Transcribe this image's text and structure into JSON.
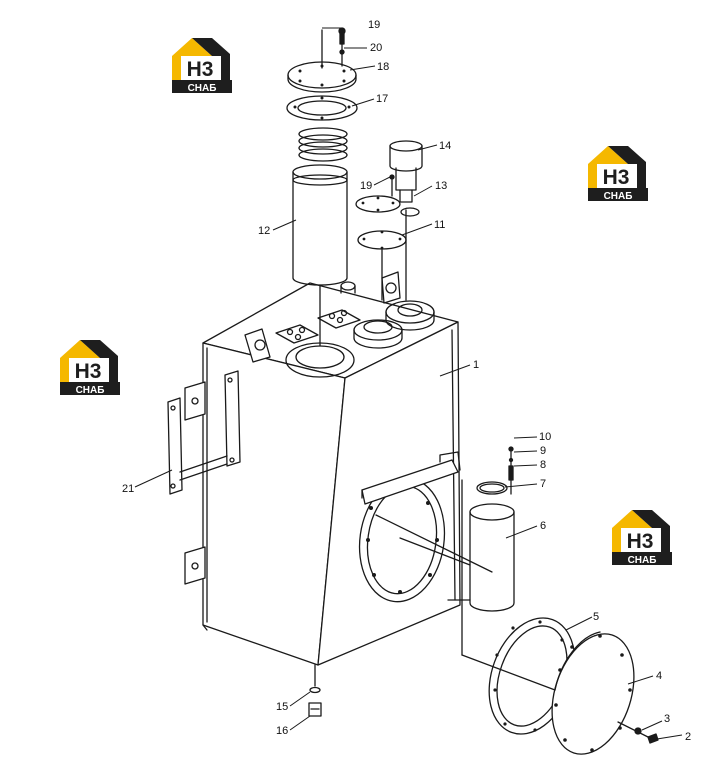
{
  "diagram": {
    "type": "exploded-parts-drawing",
    "callouts": {
      "p1": "1",
      "p2": "2",
      "p3": "3",
      "p4": "4",
      "p5": "5",
      "p6": "6",
      "p7": "7",
      "p8": "8",
      "p9": "9",
      "p10": "10",
      "p11": "11",
      "p12": "12",
      "p13": "13",
      "p14": "14",
      "p15": "15",
      "p16": "16",
      "p17": "17",
      "p18": "18",
      "p19a": "19",
      "p19b": "19",
      "p20": "20",
      "p21": "21"
    }
  },
  "watermark": {
    "mark": "Н3",
    "brand": "СНАБ",
    "colors": {
      "yellow": "#f5b800",
      "dark": "#1e1e1e",
      "text_light": "#ffffff"
    }
  },
  "colors": {
    "line": "#1a1a1a",
    "background": "#ffffff"
  }
}
